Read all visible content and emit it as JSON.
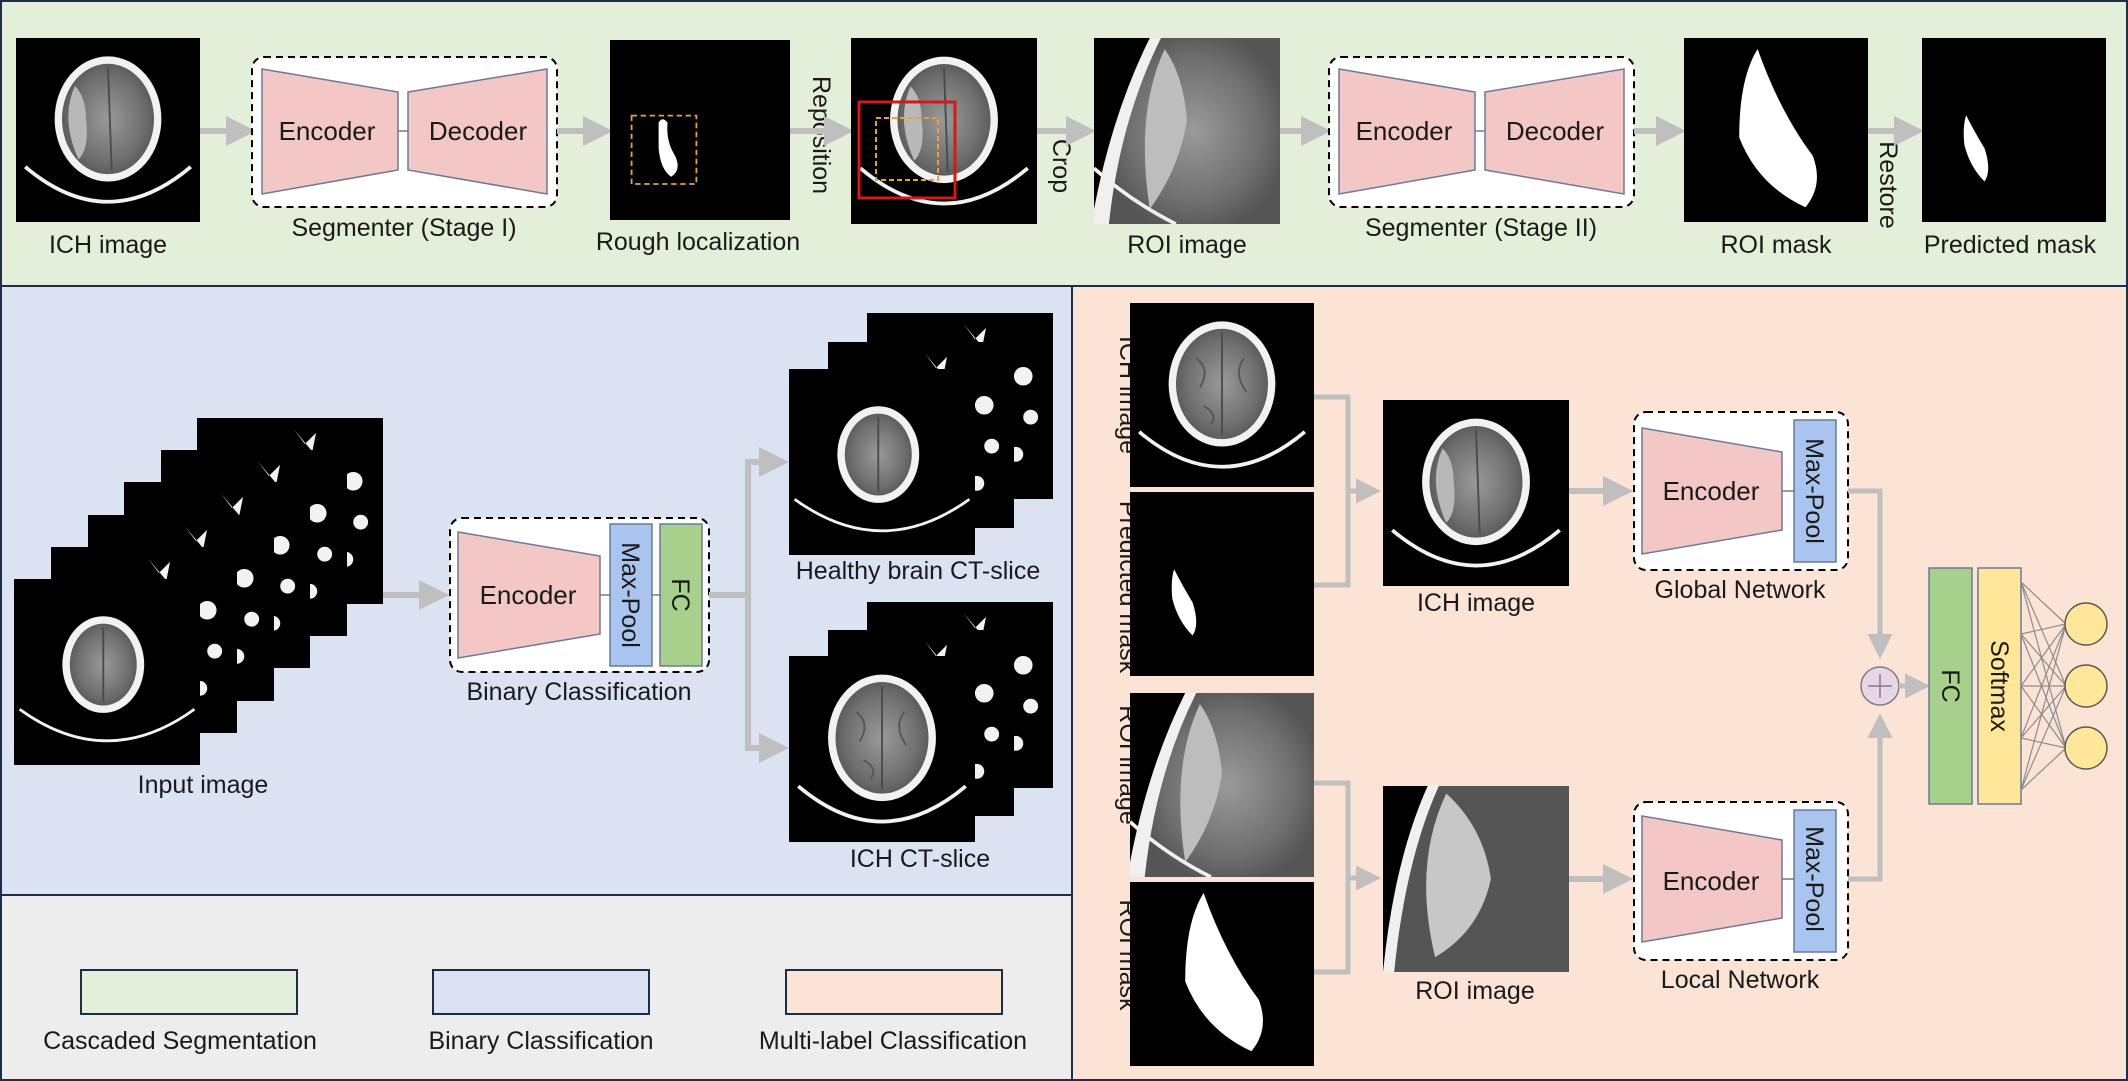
{
  "colors": {
    "seg_panel": "#e3efd9",
    "bin_panel": "#dbe3f3",
    "multi_panel": "#fbe4d5",
    "legend_panel": "#ededed",
    "encoder": "#f4c7c7",
    "maxpool": "#a9c4ee",
    "fc": "#a8d08d",
    "softmax": "#ffe699",
    "output_node": "#ffe699",
    "arrow": "#bfbfbf",
    "border": "#1f2d4d"
  },
  "segmentation": {
    "ich_image_label": "ICH image",
    "stage1": {
      "encoder": "Encoder",
      "decoder": "Decoder",
      "label": "Segmenter (Stage I)"
    },
    "rough_label": "Rough localization",
    "reposition_label": "Reposition",
    "crop_label": "Crop",
    "roi_image_label": "ROI image",
    "stage2": {
      "encoder": "Encoder",
      "decoder": "Decoder",
      "label": "Segmenter (Stage II)"
    },
    "roi_mask_label": "ROI mask",
    "restore_label": "Restore",
    "predicted_mask_label": "Predicted mask"
  },
  "binary": {
    "input_label": "Input image",
    "encoder": "Encoder",
    "maxpool": "Max-Pool",
    "fc": "FC",
    "module_label": "Binary Classification",
    "healthy_label": "Healthy brain CT-slice",
    "ich_label": "ICH CT-slice"
  },
  "multilabel": {
    "side_ich": "ICH image",
    "side_pred": "Predicted mask",
    "side_roi": "ROI image",
    "side_mask": "ROI mask",
    "ich_image_label": "ICH image",
    "roi_image_label": "ROI image",
    "global": {
      "encoder": "Encoder",
      "maxpool": "Max-Pool",
      "label": "Global Network"
    },
    "local": {
      "encoder": "Encoder",
      "maxpool": "Max-Pool",
      "label": "Local Network"
    },
    "fc": "FC",
    "softmax": "Softmax",
    "output_count": 3
  },
  "legend": [
    {
      "label": "Cascaded Segmentation",
      "color": "#e3efd9"
    },
    {
      "label": "Binary Classification",
      "color": "#dbe3f3"
    },
    {
      "label": "Multi-label Classification",
      "color": "#fbe4d5"
    }
  ]
}
